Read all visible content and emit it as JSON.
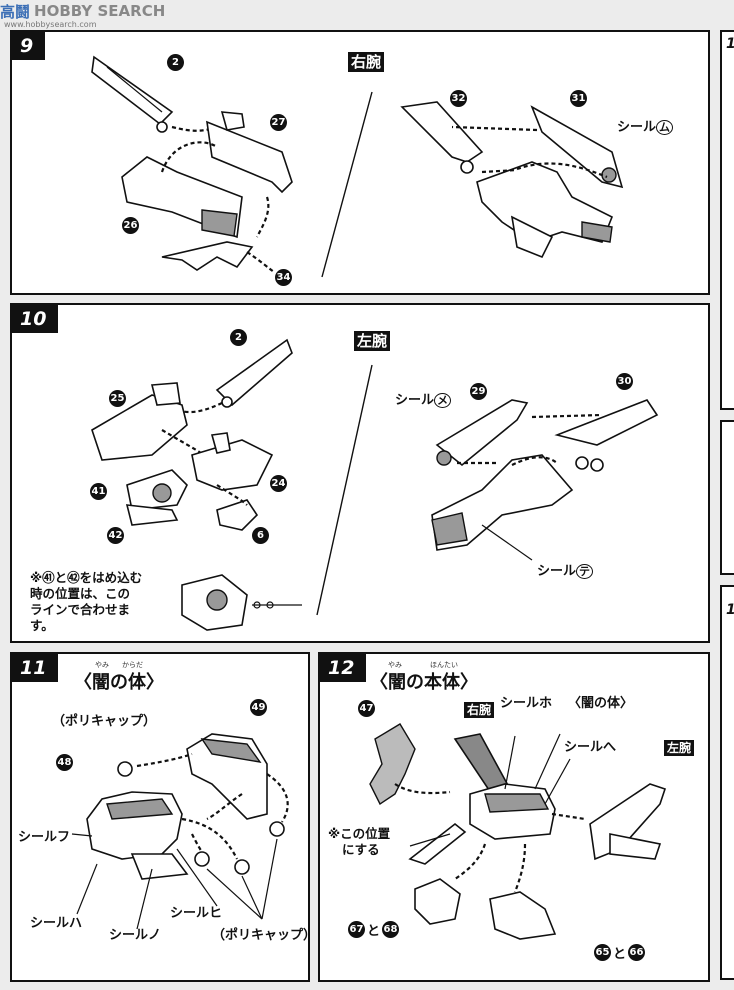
{
  "watermark": {
    "logo_hobby": "HOBBY",
    "logo_search": "SEARCH",
    "url": "www.hobbysearch.com"
  },
  "side_numbers": [
    "1",
    "1"
  ],
  "steps": [
    {
      "number": "9",
      "title": "右腕",
      "parts": [
        "2",
        "27",
        "26",
        "34",
        "32",
        "31"
      ],
      "labels": [
        "シール",
        "ム"
      ]
    },
    {
      "number": "10",
      "title": "左腕",
      "parts": [
        "2",
        "25",
        "24",
        "41",
        "42",
        "6",
        "29",
        "30"
      ],
      "labels": [
        "シール",
        "メ",
        "シール",
        "テ"
      ],
      "note": [
        "※㊶と㊷をはめ込む",
        "時の位置は、この",
        "ラインで合わせま",
        "す。"
      ]
    },
    {
      "number": "11",
      "title": "〈闇の体〉",
      "ruby": [
        "やみ",
        "からだ"
      ],
      "parts": [
        "49",
        "48"
      ],
      "labels": [
        "（ポリキャップ）",
        "シールフ",
        "シールハ",
        "シールノ",
        "シールヒ",
        "（ポリキャップ）"
      ]
    },
    {
      "number": "12",
      "title": "〈闇の本体〉",
      "ruby": [
        "やみ",
        "ほんたい"
      ],
      "parts": [
        "47",
        "67",
        "68",
        "65",
        "66"
      ],
      "labels": [
        "右腕",
        "シールホ",
        "〈闇の体〉",
        "シールへ",
        "左腕",
        "※この位置",
        "にする",
        "と",
        "と"
      ]
    }
  ]
}
